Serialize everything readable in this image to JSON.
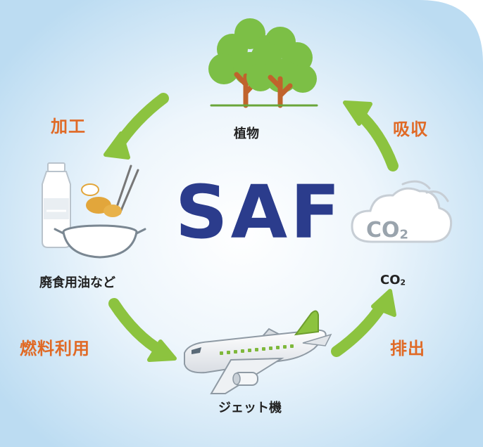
{
  "center": {
    "title": "SAF"
  },
  "nodes": {
    "plant": {
      "label": "植物"
    },
    "waste_oil": {
      "label": "廃食用油など"
    },
    "jet": {
      "label": "ジェット機"
    },
    "co2": {
      "label": "CO",
      "sub": "2"
    }
  },
  "actions": {
    "absorb": "吸収",
    "process": "加工",
    "fuel_use": "燃料利用",
    "emit": "排出"
  },
  "cloud": {
    "text": "CO",
    "sub": "2"
  },
  "colors": {
    "arrow": "#8cc33f",
    "action_text": "#e06a26",
    "title": "#2b3c8c",
    "tree_canopy": "#7cbf46",
    "tree_trunk": "#c0632c",
    "background": "#d7e9f7"
  }
}
